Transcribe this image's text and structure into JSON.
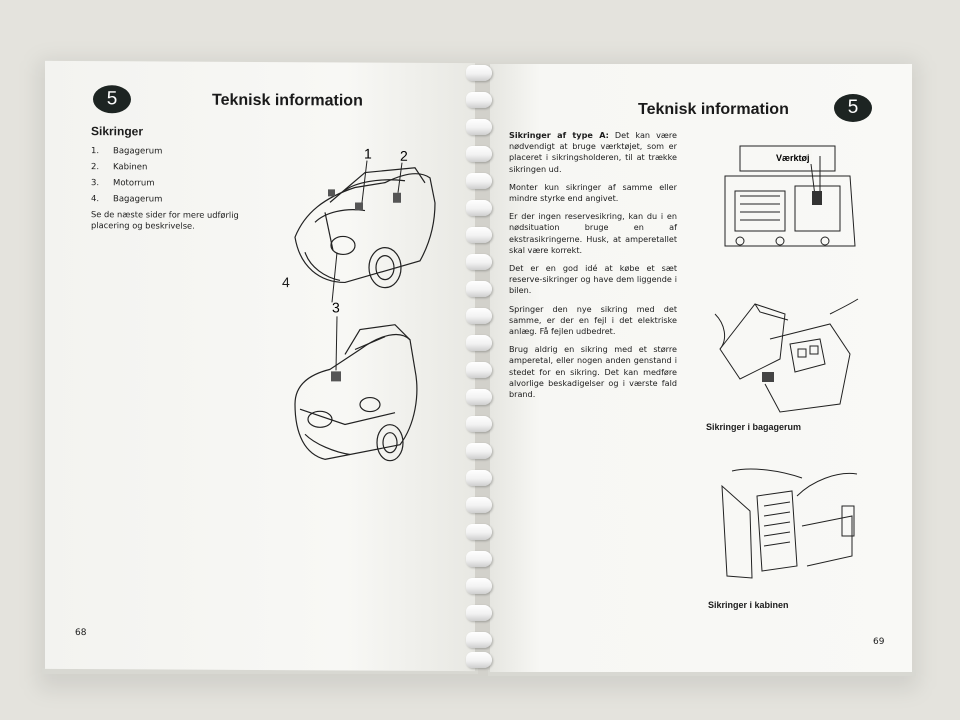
{
  "left_page": {
    "chapter_number": "5",
    "title": "Teknisk information",
    "section_heading": "Sikringer",
    "list": [
      {
        "num": "1.",
        "label": "Bagagerum"
      },
      {
        "num": "2.",
        "label": "Kabinen"
      },
      {
        "num": "3.",
        "label": "Motorrum"
      },
      {
        "num": "4.",
        "label": "Bagagerum"
      }
    ],
    "note": "Se de næste sider for mere udførlig placering og beskrivelse.",
    "callouts": {
      "c1": "1",
      "c2": "2",
      "c3": "3",
      "c4": "4"
    },
    "page_number": "68"
  },
  "right_page": {
    "chapter_number": "5",
    "title": "Teknisk information",
    "para1_bold": "Sikringer af type A:",
    "para1_text": " Det kan være nødvendigt at bruge værktøjet, som er placeret i sikringsholderen, til at trække sikringen ud.",
    "para2": "Monter kun sikringer af samme eller mindre styrke end angivet.",
    "para3": "Er der ingen reservesikring, kan du i en nødsituation bruge en af ekstrasikringerne. Husk, at amperetallet skal være korrekt.",
    "para4": "Det er en god idé at købe et sæt reserve-sikringer og have dem liggende i bilen.",
    "para5": "Springer den nye sikring med det samme, er der en fejl i det elektriske anlæg. Få fejlen udbedret.",
    "para6": "Brug aldrig en sikring med et større amperetal, eller nogen anden genstand i stedet for en sikring. Det kan medføre alvorlige beskadigelser og i værste fald brand.",
    "tool_label": "Værktøj",
    "caption_luggage": "Sikringer i bagagerum",
    "caption_cabin": "Sikringer i kabinen",
    "page_number": "69"
  }
}
